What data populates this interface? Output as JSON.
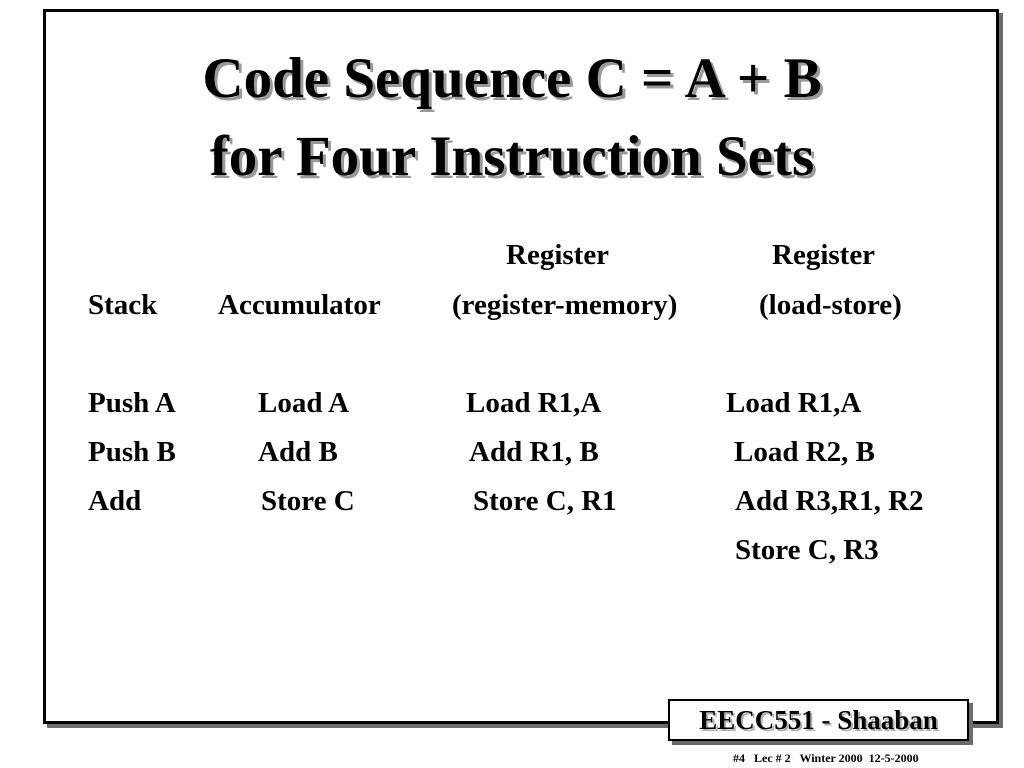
{
  "title": {
    "line1": "Code Sequence  C = A + B",
    "line2": "for Four Instruction Sets"
  },
  "columns": [
    {
      "header_line1": "",
      "header_line2": "Stack",
      "rows": [
        "Push A",
        "Push B",
        "Add",
        ""
      ]
    },
    {
      "header_line1": "",
      "header_line2": "Accumulator",
      "rows": [
        "Load A",
        "Add B",
        "Store C",
        ""
      ]
    },
    {
      "header_line1": "Register",
      "header_line2": "(register-memory)",
      "rows": [
        "Load R1,A",
        "Add R1, B",
        "Store C, R1",
        ""
      ]
    },
    {
      "header_line1": "Register",
      "header_line2": "(load-store)",
      "rows": [
        "Load R1,A",
        "Load R2, B",
        "Add R3,R1, R2",
        "Store C, R3"
      ]
    }
  ],
  "footer": {
    "course": "EECC551 - Shaaban",
    "note": "#4   Lec # 2   Winter 2000  12-5-2000"
  }
}
